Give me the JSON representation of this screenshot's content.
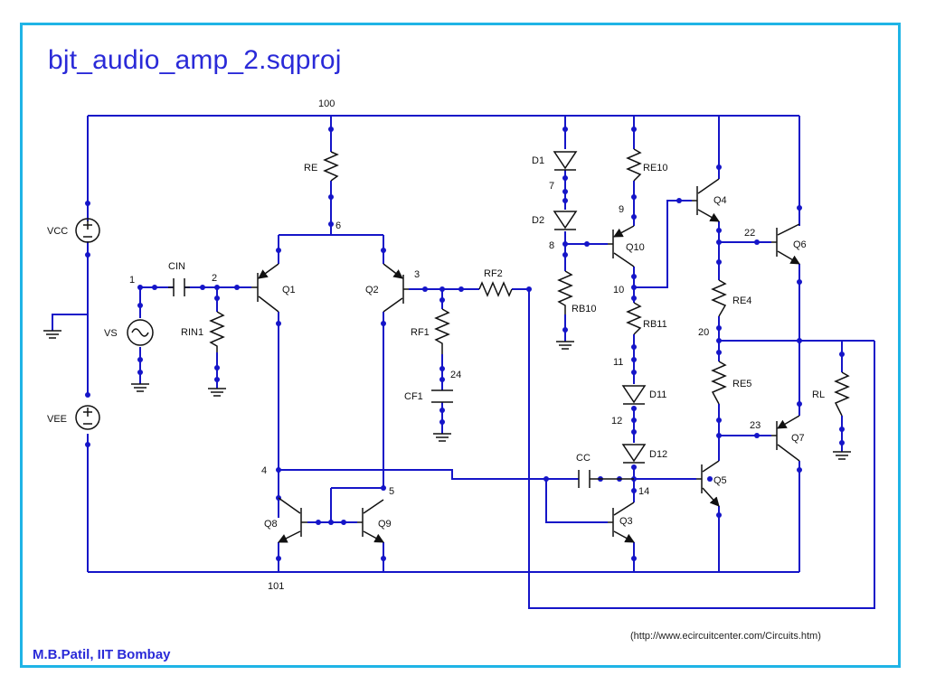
{
  "title": "bjt_audio_amp_2.sqproj",
  "footer_left": "M.B.Patil, IIT Bombay",
  "footer_right": "(http://www.ecircuitcenter.com/Circuits.htm)",
  "colors": {
    "frame": "#1fb4e6",
    "wire": "#1515c8",
    "node_dot": "#1515c8",
    "component": "#111111",
    "title": "#2a2ad8"
  },
  "labels": {
    "node_100": "100",
    "node_101": "101",
    "node_1": "1",
    "node_2": "2",
    "node_3": "3",
    "node_4": "4",
    "node_5": "5",
    "node_6": "6",
    "node_7": "7",
    "node_8": "8",
    "node_9": "9",
    "node_10": "10",
    "node_11": "11",
    "node_12": "12",
    "node_14": "14",
    "node_20": "20",
    "node_22": "22",
    "node_23": "23",
    "node_24": "24",
    "VCC": "VCC",
    "VEE": "VEE",
    "VS": "VS",
    "CIN": "CIN",
    "RIN1": "RIN1",
    "RE": "RE",
    "Q1": "Q1",
    "Q2": "Q2",
    "Q3": "Q3",
    "Q4": "Q4",
    "Q5": "Q5",
    "Q6": "Q6",
    "Q7": "Q7",
    "Q8": "Q8",
    "Q9": "Q9",
    "Q10": "Q10",
    "RF1": "RF1",
    "RF2": "RF2",
    "CF1": "CF1",
    "CC": "CC",
    "D1": "D1",
    "D2": "D2",
    "D11": "D11",
    "D12": "D12",
    "RE10": "RE10",
    "RB10": "RB10",
    "RB11": "RB11",
    "RE4": "RE4",
    "RE5": "RE5",
    "RL": "RL"
  }
}
